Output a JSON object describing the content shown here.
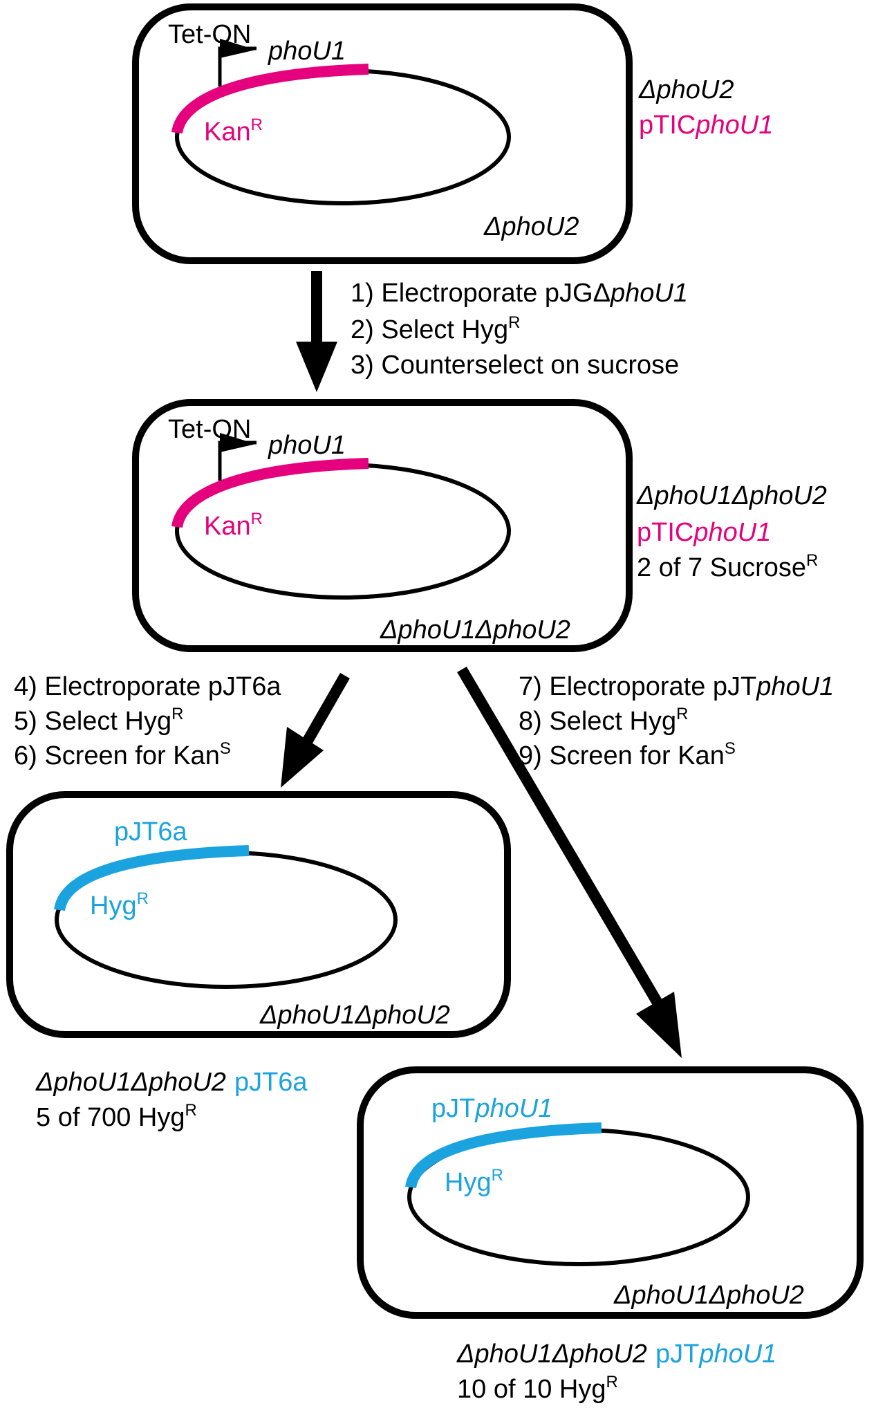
{
  "colors": {
    "black": "#000000",
    "magenta": "#e5007e",
    "cyan": "#1ba3e0"
  },
  "cells": {
    "cell1": {
      "promoter": "Tet-ON",
      "gene": "phoU1",
      "marker": "Kan",
      "marker_sup": "R",
      "chromosome": "ΔphoU2",
      "label_line1": "ΔphoU2",
      "label_line2": "pTICphoU1"
    },
    "cell2": {
      "promoter": "Tet-ON",
      "gene": "phoU1",
      "marker": "Kan",
      "marker_sup": "R",
      "chromosome": "ΔphoU1ΔphoU2",
      "label_line1": "ΔphoU1ΔphoU2",
      "label_line2": "pTICphoU1",
      "label_line3": "2 of 7 Sucrose",
      "label_line3_sup": "R"
    },
    "cell3": {
      "plasmid": "pJT6a",
      "marker": "Hyg",
      "marker_sup": "R",
      "chromosome": "ΔphoU1ΔphoU2",
      "label_line1_genotype": "ΔphoU1ΔphoU2",
      "label_line1_plasmid": "pJT6a",
      "label_line2": "5 of 700 Hyg",
      "label_line2_sup": "R"
    },
    "cell4": {
      "plasmid_prefix": "pJT",
      "plasmid_gene": "phoU1",
      "marker": "Hyg",
      "marker_sup": "R",
      "chromosome": "ΔphoU1ΔphoU2",
      "label_line1_genotype": "ΔphoU1ΔphoU2",
      "label_line1_plasmid_prefix": "pJT",
      "label_line1_plasmid_gene": "phoU1",
      "label_line2": "10 of 10 Hyg",
      "label_line2_sup": "R"
    }
  },
  "steps": {
    "s1_prefix": "1) Electroporate pJGΔ",
    "s1_gene": "phoU1",
    "s2": "2) Select Hyg",
    "s2_sup": "R",
    "s3": "3) Counterselect on sucrose",
    "s4": "4) Electroporate pJT6a",
    "s5": "5) Select Hyg",
    "s5_sup": "R",
    "s6": "6) Screen for Kan",
    "s6_sup": "S",
    "s7_prefix": "7) Electroporate pJT",
    "s7_gene": "phoU1",
    "s8": "8) Select Hyg",
    "s8_sup": "R",
    "s9": "9) Screen for Kan",
    "s9_sup": "S"
  }
}
